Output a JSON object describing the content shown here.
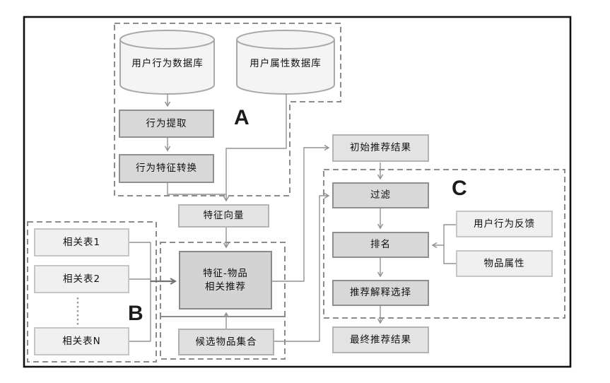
{
  "diagram": {
    "title": "recommendation-system-flow-diagram",
    "groups": {
      "a": {
        "label": "A"
      },
      "b": {
        "label": "B"
      },
      "c": {
        "label": "C"
      }
    },
    "nodes": {
      "user_behavior_db": {
        "label": "用户行为数据库",
        "shape": "cylinder"
      },
      "user_attribute_db": {
        "label": "用户属性数据库",
        "shape": "cylinder"
      },
      "behavior_extraction": {
        "label": "行为提取"
      },
      "behavior_feature_conversion": {
        "label": "行为特征转换"
      },
      "feature_vector": {
        "label": "特征向量"
      },
      "related_table_1": {
        "label": "相关表1"
      },
      "related_table_2": {
        "label": "相关表2"
      },
      "related_table_n": {
        "label": "相关表N"
      },
      "feature_item_rec": {
        "line1": "特征-物品",
        "line2": "相关推荐"
      },
      "candidate_item_set": {
        "label": "候选物品集合"
      },
      "initial_rec_result": {
        "label": "初始推荐结果"
      },
      "filter": {
        "label": "过滤"
      },
      "ranking": {
        "label": "排名"
      },
      "rec_explanation_selection": {
        "label": "推荐解释选择"
      },
      "final_rec_result": {
        "label": "最终推荐结果"
      },
      "user_behavior_feedback": {
        "label": "用户行为反馈"
      },
      "item_attributes": {
        "label": "物品属性"
      }
    },
    "colors": {
      "frame": "#111111",
      "process_fill": "#d8d8d8",
      "process_border": "#8f8f8f",
      "data_fill": "#e3e3e3",
      "data_border": "#b3b3b3",
      "light_fill": "#f0f0f0",
      "cylinder_fill": "#f4f4f4",
      "dashed_border": "#8c8c8c",
      "connector": "#919191",
      "background": "#ffffff"
    }
  }
}
